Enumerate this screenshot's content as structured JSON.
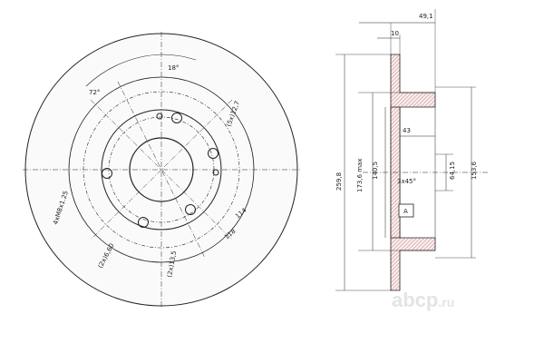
{
  "front_view": {
    "angle_top": "18°",
    "angle_left": "72°",
    "thread": "4xM8x1.25",
    "stud_holes": "(5x)12,7",
    "small_holes": "(2x)6,60",
    "large_holes": "(2x)13,5",
    "pcd_inner": "114",
    "pcd_outer": "118"
  },
  "side_view": {
    "width_total": "49,1",
    "thickness": "10",
    "hat_depth": "43",
    "chamfer": "3x45°",
    "datum": "A",
    "dia_outer": "259,8",
    "dia_friction": "173,6 max",
    "dia_hat": "140,5",
    "dia_center": "64,15",
    "dia_hat_outer": "153,6"
  },
  "watermark": {
    "text": "abcp",
    "suffix": ".ru"
  },
  "colors": {
    "line": "#222222",
    "disc_fill": "#f4e9e9",
    "hatch": "#c06060",
    "logo": "#e4e4e4"
  }
}
